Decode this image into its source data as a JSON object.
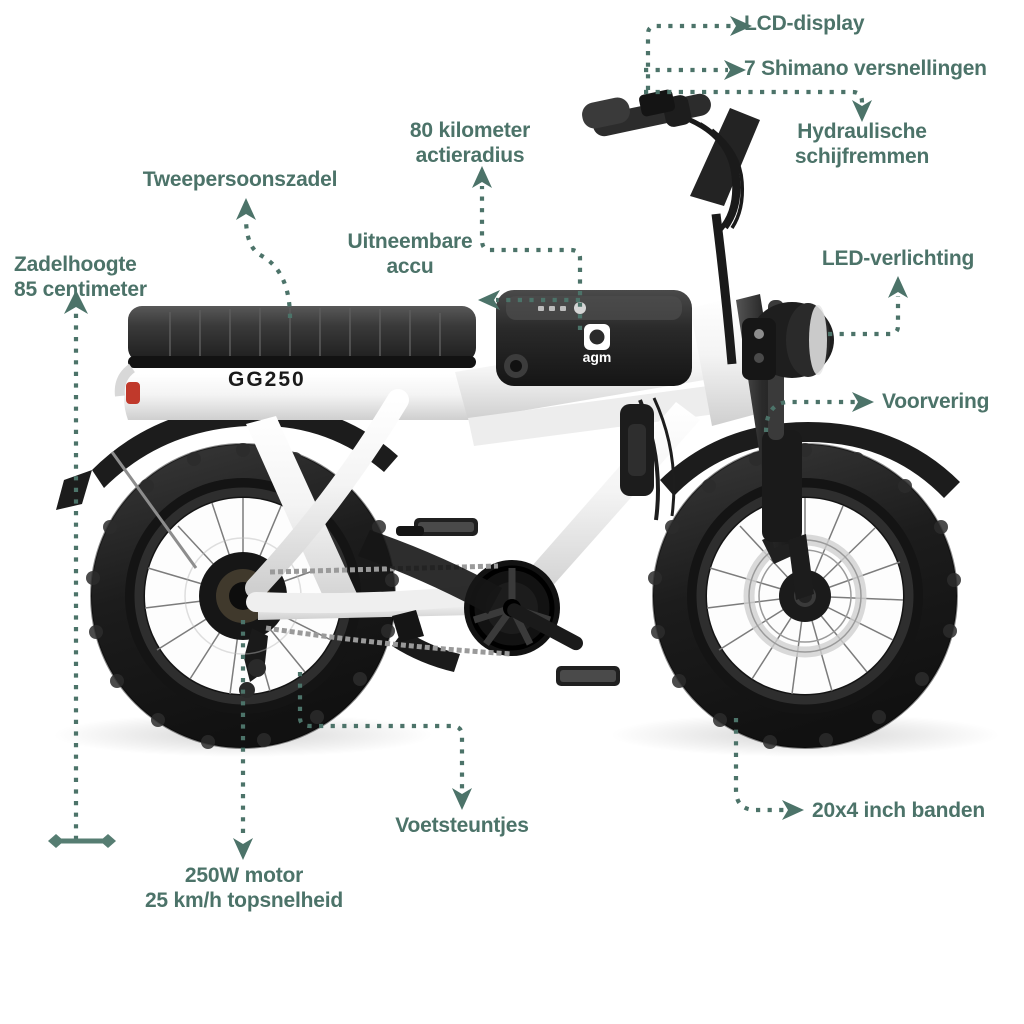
{
  "meta": {
    "product_badge": "GG250",
    "battery_brand": "agm",
    "accent_color": "#4c7369",
    "background_color": "#ffffff"
  },
  "annotations": [
    {
      "id": "lcd-display",
      "label": "LCD-display",
      "align": "left"
    },
    {
      "id": "shimano-gears",
      "label": "7 Shimano versnellingen",
      "align": "left"
    },
    {
      "id": "hydraulic-brakes",
      "label": "Hydraulische\nschijfremmen",
      "align": "center"
    },
    {
      "id": "range",
      "label": "80 kilometer\nactieradius",
      "align": "center"
    },
    {
      "id": "dual-saddle",
      "label": "Tweepersoonszadel",
      "align": "center"
    },
    {
      "id": "removable-battery",
      "label": "Uitneembare\naccu",
      "align": "center"
    },
    {
      "id": "saddle-height",
      "label": "Zadelhoogte\n85 centimeter",
      "align": "left"
    },
    {
      "id": "led-lighting",
      "label": "LED-verlichting",
      "align": "center"
    },
    {
      "id": "front-suspension",
      "label": "Voorvering",
      "align": "left"
    },
    {
      "id": "tyres",
      "label": "20x4 inch banden",
      "align": "left"
    },
    {
      "id": "footpegs",
      "label": "Voetsteuntjes",
      "align": "center"
    },
    {
      "id": "motor",
      "label": "250W motor\n25 km/h topsnelheid",
      "align": "center"
    }
  ],
  "specs": {
    "display": "LCD-display",
    "gears": "7 Shimano versnellingen",
    "brakes": "Hydraulische schijfremmen",
    "range_km": 80,
    "saddle": "Tweepersoonszadel",
    "battery": "Uitneembare accu",
    "saddle_height_cm": 85,
    "lighting": "LED-verlichting",
    "suspension": "Voorvering",
    "tyre_size": "20x4 inch",
    "footpegs": "Voetsteuntjes",
    "motor_power_w": 250,
    "top_speed_kmh": 25
  }
}
